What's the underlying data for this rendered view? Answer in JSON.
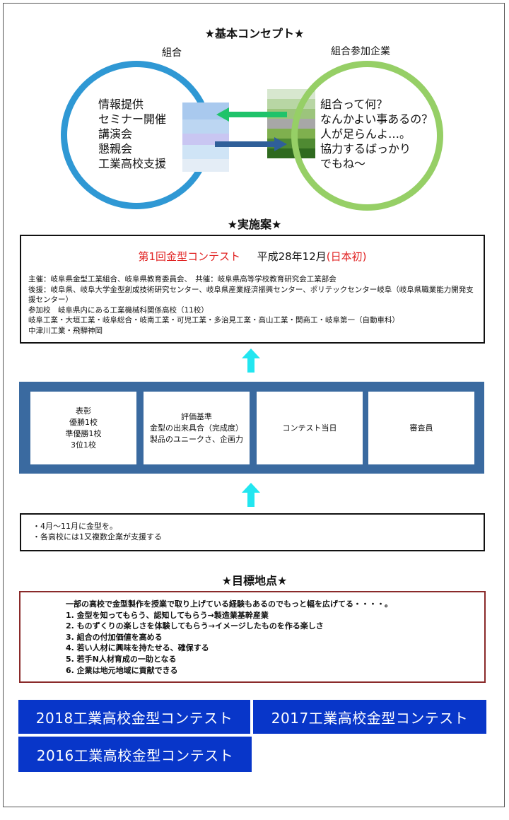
{
  "concept": {
    "heading": "★基本コンセプト★",
    "left_label": "組合",
    "right_label": "組合参加企業",
    "left_items": [
      "情報提供",
      "セミナー開催",
      "講演会",
      "懇親会",
      "工業高校支援"
    ],
    "right_items": [
      "組合って何？",
      "なんかよい事あるの？",
      "人が足らんよ…。",
      "協力するばっかり",
      "でもね～"
    ],
    "colors": {
      "left_ring": "#2f98d4",
      "right_ring": "#96cf66",
      "arrow_left": "#1fc36a",
      "arrow_right": "#2f5f99"
    }
  },
  "plan": {
    "heading": "★実施案★",
    "title_main": "第1回金型コンテスト",
    "title_date": "平成28年12月",
    "title_note": "(日本初)",
    "details": [
      "主催：岐阜県金型工業組合、岐阜県教育委員会、　共催：岐阜県高等学校教育研究会工業部会",
      "後援：岐阜県、岐阜大学金型創成技術研究センター、岐阜県産業経済振興センター、ポリテックセンター岐阜（岐阜県職業能力開発支援センター）",
      "参加校　岐阜県内にある工業機械科関係高校（11校）",
      "岐阜工業・大垣工業・岐阜総合・岐南工業・可児工業・多治見工業・高山工業・関商工・岐阜第一（自動車科）",
      "中津川工業・飛騨神岡"
    ]
  },
  "cards": [
    {
      "lines": [
        "表彰",
        "優勝1校",
        "準優勝1校",
        "3位1校"
      ]
    },
    {
      "lines": [
        "評価基準",
        "金型の出来具合（完成度）",
        "製品のユニークさ、企画力"
      ]
    },
    {
      "lines": [
        "コンテスト当日"
      ]
    },
    {
      "lines": [
        "審査員"
      ]
    }
  ],
  "notes": [
    "・4月～11月に金型を。",
    "・各高校には1又複数企業が支援する"
  ],
  "goals": {
    "heading": "★目標地点★",
    "lines": [
      "一部の高校で金型製作を授業で取り上げている経験もあるのでもっと幅を広げてる・・・・。",
      "1. 金型を知ってもらう、認知してもらう→製造業基幹産業",
      "2. ものずくりの楽しさを体験してもらう→イメージしたものを作る楽しさ",
      "3. 組合の付加価値を高める",
      "4. 若い人材に興味を持たせる、確保する",
      "5. 若手N人材育成の一助となる",
      "6. 企業は地元地域に貢献できる"
    ]
  },
  "buttons": {
    "b2018": "2018工業高校金型コンテスト",
    "b2017": "2017工業高校金型コンテスト",
    "b2016": "2016工業高校金型コンテスト",
    "color": "#0836c9"
  }
}
